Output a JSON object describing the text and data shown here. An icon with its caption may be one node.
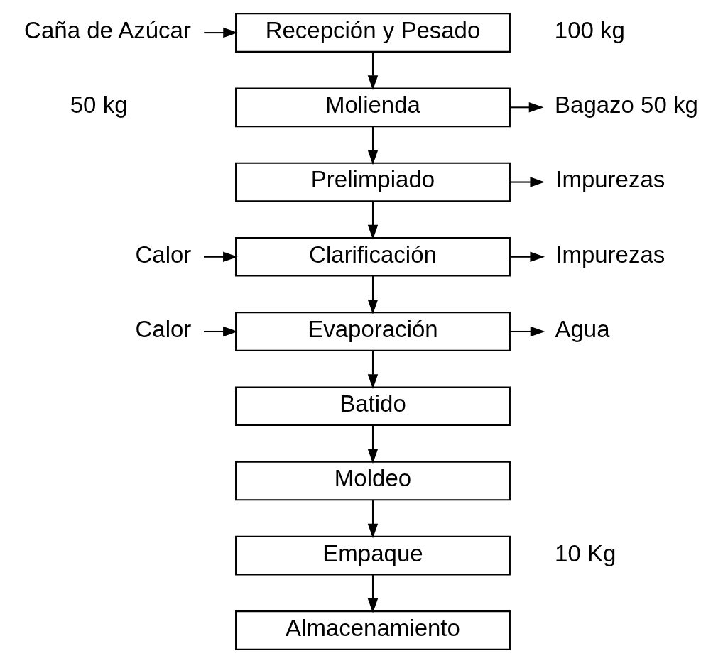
{
  "diagram": {
    "nodes": [
      {
        "text": [
          "Caña de Azúcar"
        ]
      },
      {
        "text": [
          "Recepción y Pesado"
        ],
        "beside": [
          "100 kg"
        ]
      },
      {
        "text": [
          "Molienda"
        ]
      },
      {
        "text": [
          "Bagazo 50 kg"
        ]
      },
      {
        "text": [
          "Prelimpiado"
        ]
      },
      {
        "text": [
          "Impurezas"
        ]
      },
      {
        "text": [
          "Calor"
        ]
      },
      {
        "text": [
          "Clarificación"
        ]
      },
      {
        "text": [
          "Impurezas"
        ]
      },
      {
        "text": [
          "Calor"
        ]
      },
      {
        "text": [
          "Evaporación"
        ]
      },
      {
        "text": [
          "Agua"
        ]
      },
      {
        "text": [
          "Batido"
        ]
      },
      {
        "text": [
          "Moldeo"
        ]
      },
      {
        "text": [
          "Empaque"
        ],
        "beside": [
          "10 Kg"
        ]
      },
      {
        "text": [
          "Almacenamiento"
        ]
      }
    ],
    "edges": [
      {
        "from": 0,
        "to": 1,
        "arrow": "to"
      },
      {
        "from": 1,
        "to": 2,
        "arrow": "to"
      },
      {
        "from": 2,
        "to": 3,
        "arrow": "to"
      },
      {
        "from": 2,
        "to": 4,
        "arrow": "to"
      },
      {
        "from": 4,
        "to": 5,
        "arrow": "to"
      },
      {
        "from": 4,
        "to": 7,
        "arrow": "to"
      },
      {
        "from": 6,
        "to": 7,
        "arrow": "to"
      },
      {
        "from": 7,
        "to": 8,
        "arrow": "to"
      },
      {
        "from": 7,
        "to": 10,
        "arrow": "to"
      },
      {
        "from": 9,
        "to": 10,
        "arrow": "to"
      },
      {
        "from": 10,
        "to": 11,
        "arrow": "to"
      },
      {
        "from": 10,
        "to": 12,
        "arrow": "to"
      },
      {
        "from": 12,
        "to": 13,
        "arrow": "to"
      },
      {
        "from": 13,
        "to": 14,
        "arrow": "to"
      },
      {
        "from": 14,
        "to": 15,
        "arrow": "to"
      }
    ],
    "labels": [
      "50 kg"
    ]
  }
}
